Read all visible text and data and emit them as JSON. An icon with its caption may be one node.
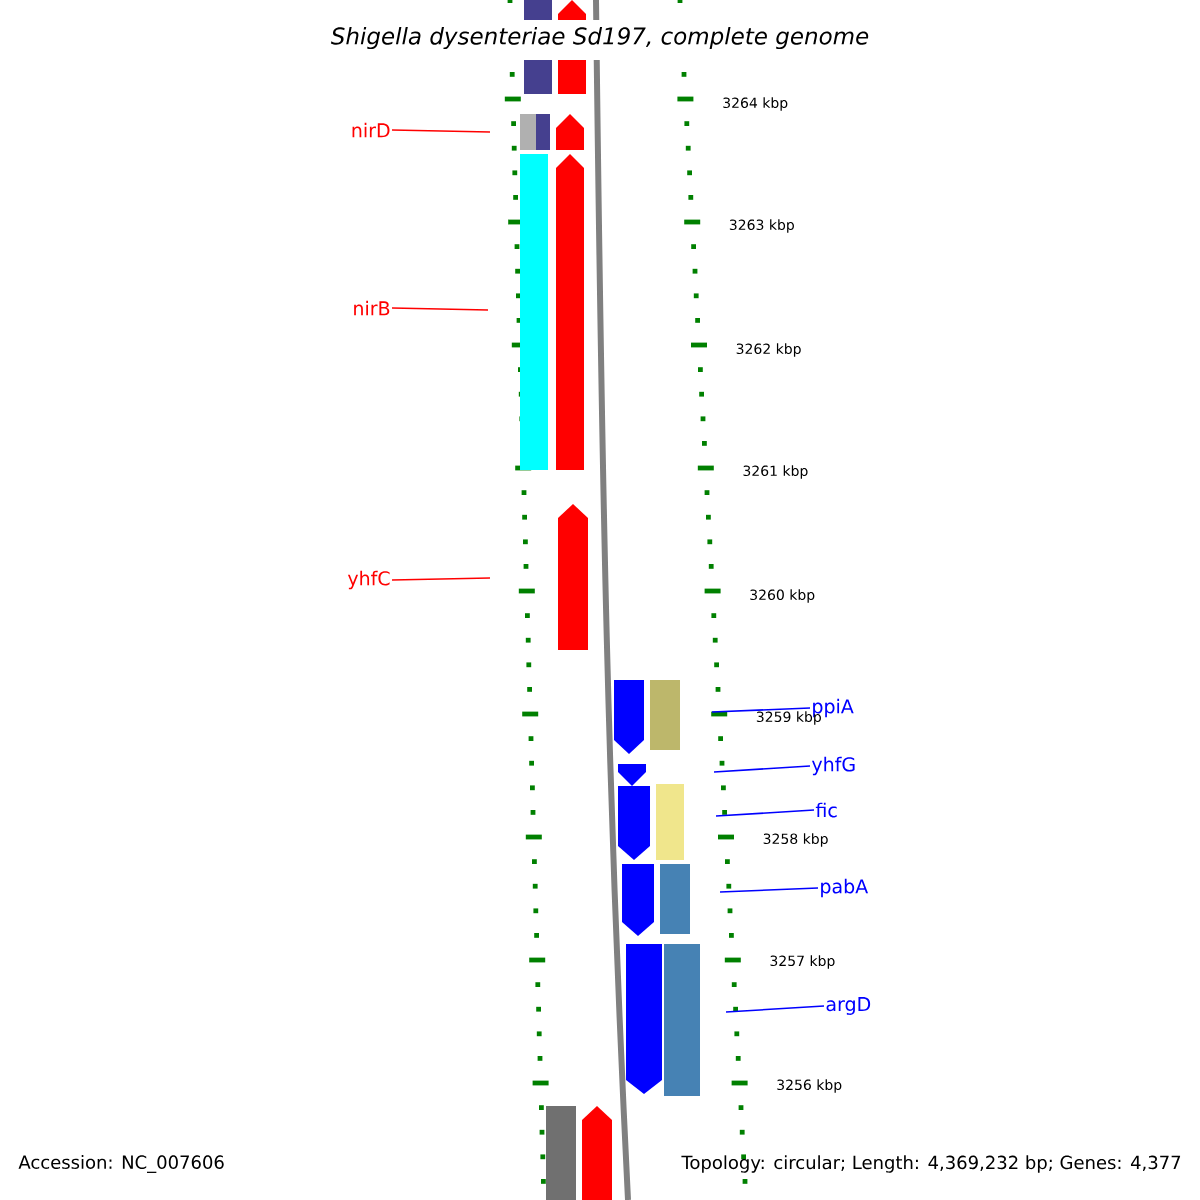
{
  "diagram": {
    "title": "Shigella dysenteriae Sd197, complete genome",
    "nodes": [
      {
        "text": [
          "nirD"
        ]
      },
      {
        "text": [
          "nirB"
        ]
      },
      {
        "text": [
          "yhfC"
        ]
      },
      {
        "text": [
          "ppiA"
        ]
      },
      {
        "text": [
          "yhfG"
        ]
      },
      {
        "text": [
          "fic"
        ]
      },
      {
        "text": [
          "pabA"
        ]
      },
      {
        "text": [
          "argD"
        ]
      }
    ],
    "edges": [
      {
        "from": 0,
        "to": null,
        "arrow": "none",
        "color": "#ff0000"
      },
      {
        "from": 1,
        "to": null,
        "arrow": "none",
        "color": "#ff0000"
      },
      {
        "from": 2,
        "to": null,
        "arrow": "none",
        "color": "#ff0000"
      },
      {
        "from": 3,
        "to": null,
        "arrow": "none",
        "color": "#0000ff"
      },
      {
        "from": 4,
        "to": null,
        "arrow": "none",
        "color": "#0000ff"
      },
      {
        "from": 5,
        "to": null,
        "arrow": "none",
        "color": "#0000ff"
      },
      {
        "from": 6,
        "to": null,
        "arrow": "none",
        "color": "#0000ff"
      },
      {
        "from": 7,
        "to": null,
        "arrow": "none",
        "color": "#0000ff"
      }
    ],
    "labels": [
      "3264 kbp",
      "3263 kbp",
      "3262 kbp",
      "3261 kbp",
      "3260 kbp",
      "3259 kbp",
      "3258 kbp",
      "3257 kbp",
      "3256 kbp",
      "Accession: NC_007606",
      "Topology: circular; Length: 4,369,232 bp; Genes: 4,377"
    ]
  }
}
